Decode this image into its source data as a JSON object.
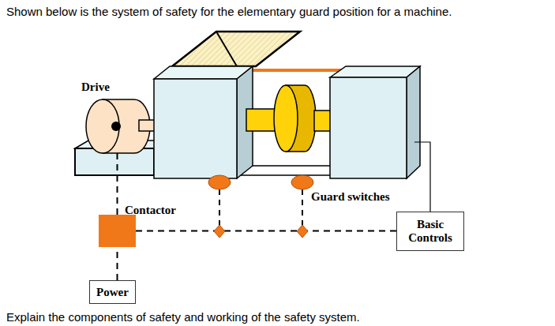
{
  "diagram": {
    "title": "Shown below is the system of safety for the elementary guard position for a machine.",
    "caption": "Explain the components of safety and working of the safety system.",
    "nodes": [
      {
        "text": [
          "Drive"
        ]
      },
      {
        "text": [
          "Contactor"
        ]
      },
      {
        "text": [
          "Basic Controls"
        ]
      },
      {
        "text": [
          "Power"
        ]
      }
    ],
    "edges": [
      {
        "from": 1,
        "to": 0,
        "arrow": "none"
      },
      {
        "from": 3,
        "to": 1,
        "arrow": "none"
      },
      {
        "from": 1,
        "to": 2,
        "arrow": "none"
      }
    ],
    "labels": [
      "Guard switches"
    ]
  }
}
